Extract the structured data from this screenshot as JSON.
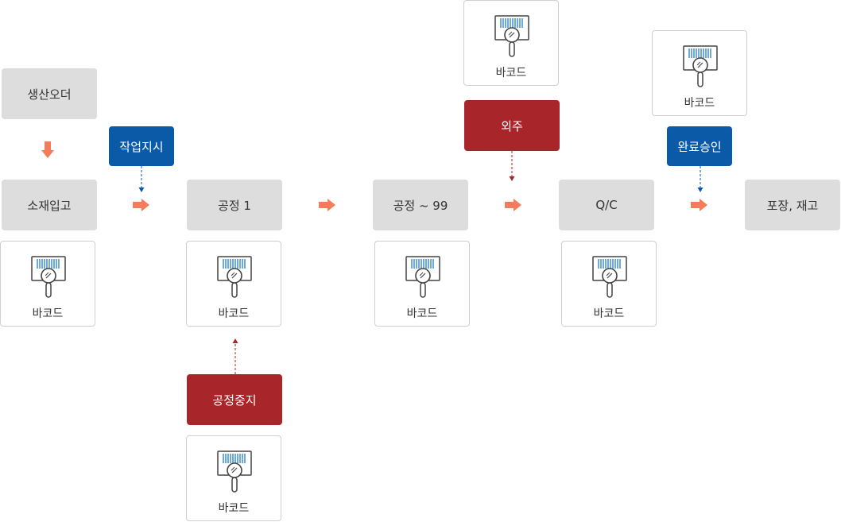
{
  "nodes": {
    "production_order": "생산오더",
    "material_receipt": "소재입고",
    "work_instruction": "작업지시",
    "process_1": "공정 1",
    "process_99": "공정 ~ 99",
    "outsourcing": "외주",
    "qc": "Q/C",
    "completion_approval": "완료승인",
    "packing_inventory": "포장, 재고",
    "process_stop": "공정중지"
  },
  "barcode_label": "바코드",
  "colors": {
    "gray_box": "#dddddd",
    "blue_box": "#0b5aa8",
    "red_box": "#a8262a",
    "flow_arrow": "#f47c5a",
    "barcode_icon": "#2f86c8"
  }
}
